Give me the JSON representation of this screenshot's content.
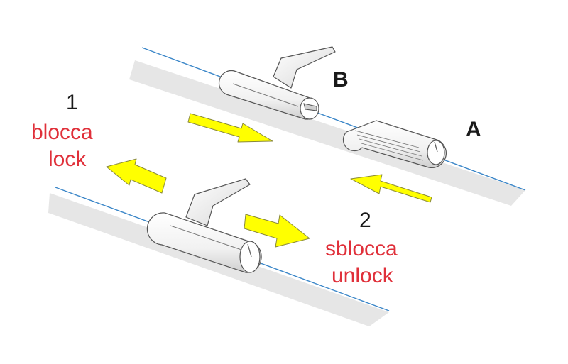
{
  "labels": {
    "step1_number": "1",
    "step1_it": "blocca",
    "step1_en": "lock",
    "step2_number": "2",
    "step2_it": "sblocca",
    "step2_en": "unlock",
    "part_a": "A",
    "part_b": "B"
  },
  "colors": {
    "label_red": "#e0303a",
    "label_dark": "#1a1a1a",
    "arrow_yellow": "#ffff00",
    "line_blue": "#3a86c8"
  }
}
